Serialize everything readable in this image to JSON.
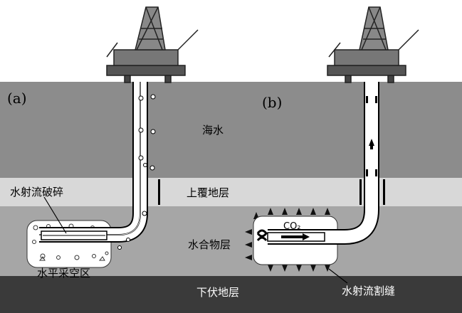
{
  "panels": {
    "a": "(a)",
    "b": "(b)"
  },
  "layers": {
    "seawater": "海水",
    "overburden": "上覆地层",
    "hydrate": "水合物层",
    "underburden": "下伏地层"
  },
  "labels": {
    "jet_crushing": "水射流破碎",
    "horizontal_cavity": "水平采空区",
    "jet_slitting": "水射流割缝",
    "co2": "CO₂"
  },
  "colors": {
    "seawater": "#8c8c8c",
    "overburden": "#d8d8d8",
    "hydrate": "#a6a6a6",
    "underburden": "#3a3a3a",
    "pipe": "#ffffff"
  }
}
